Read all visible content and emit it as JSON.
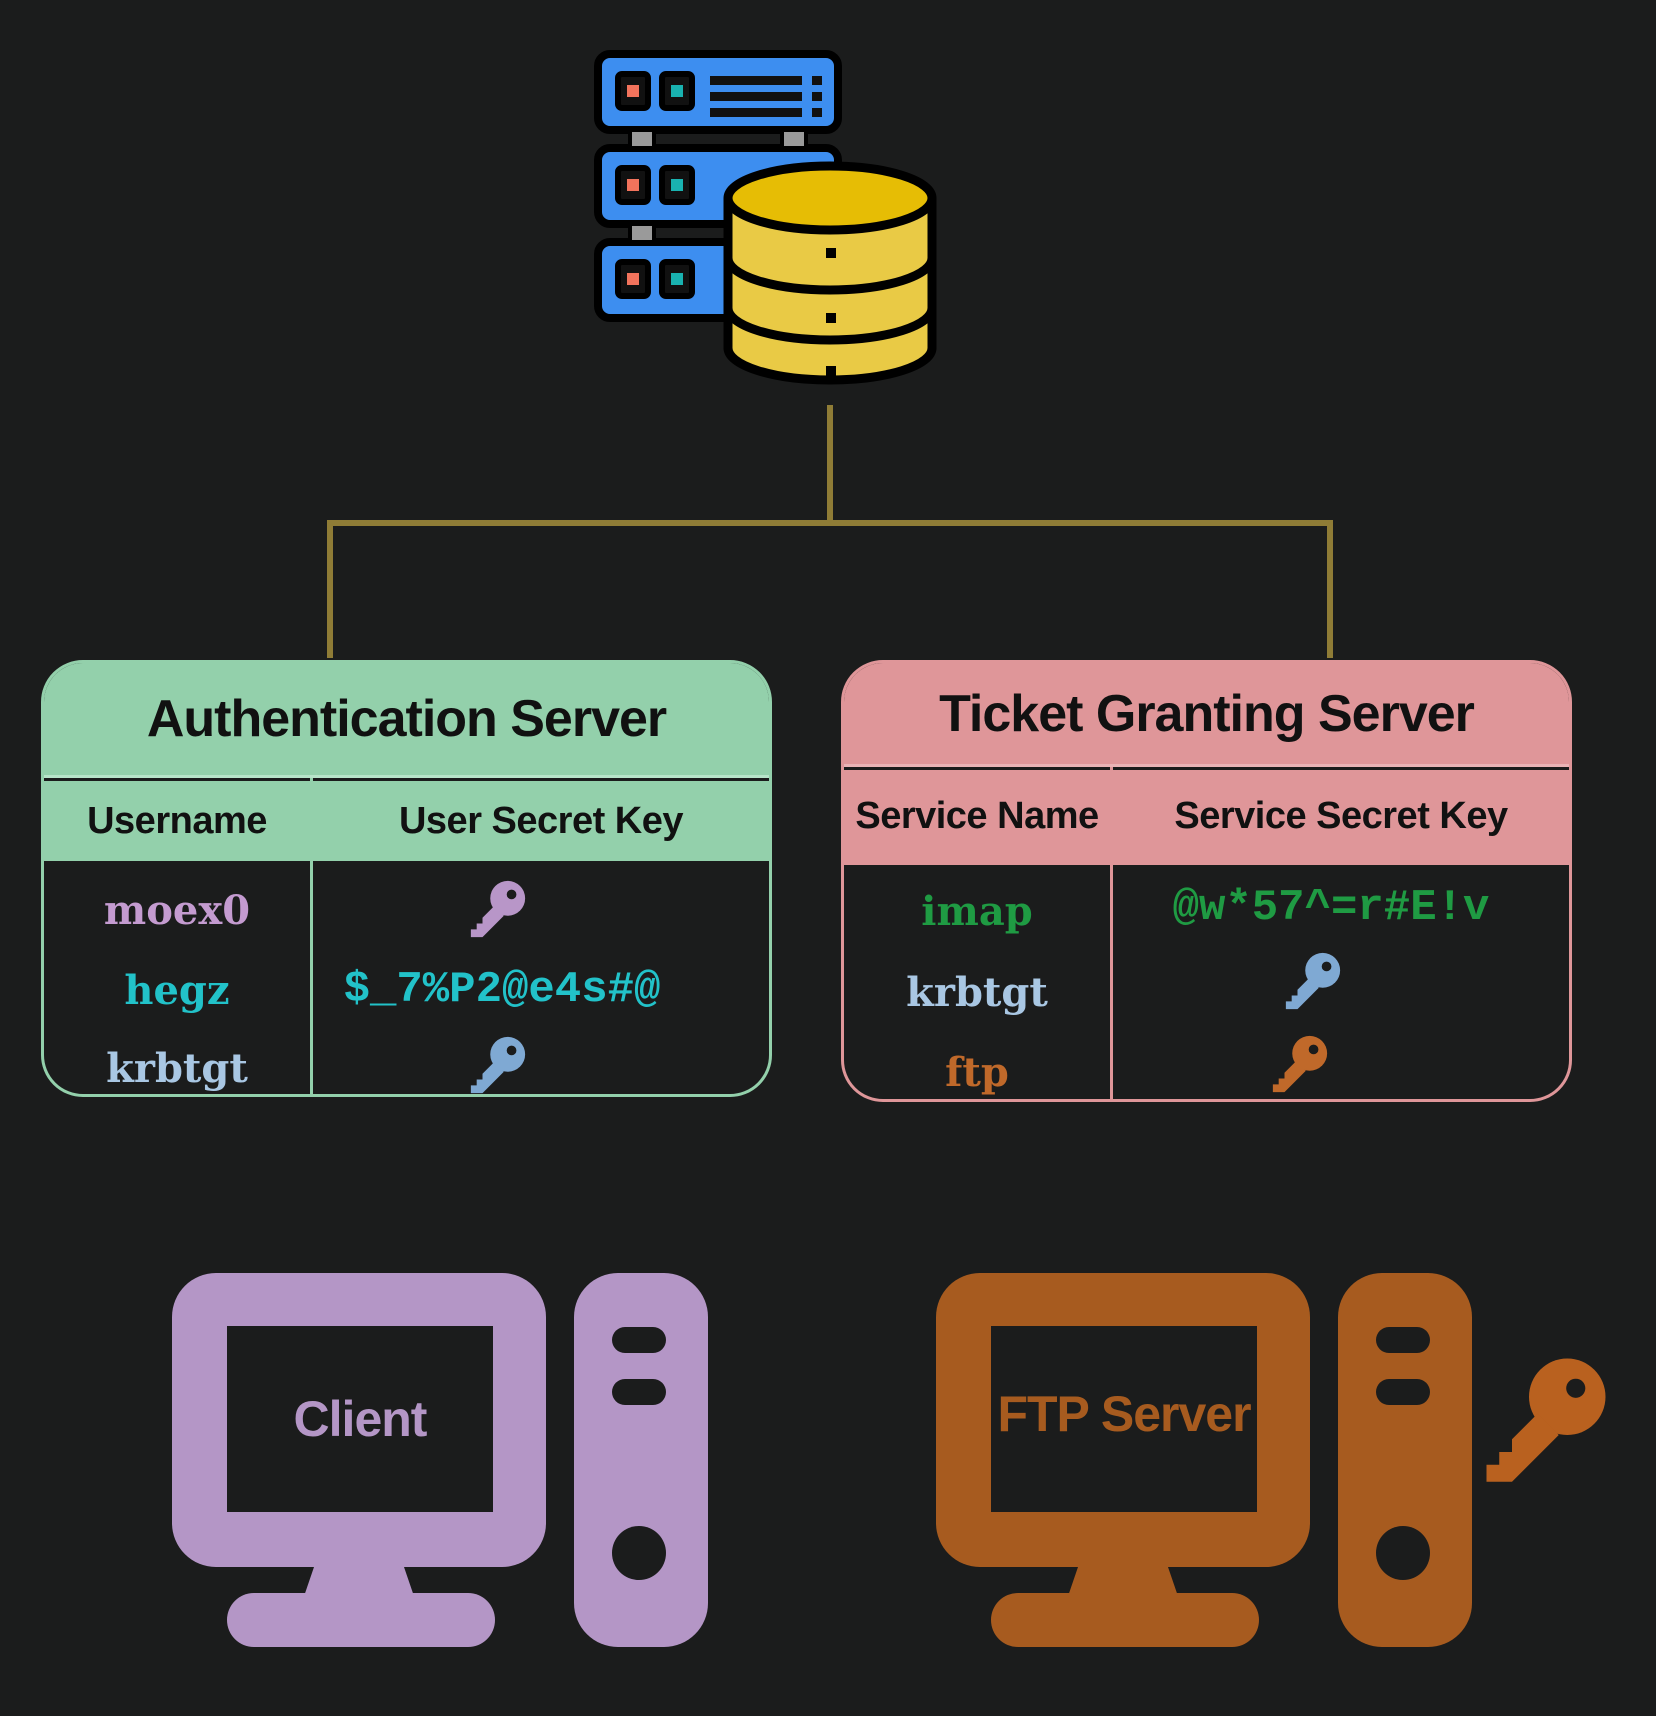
{
  "colors": {
    "background": "#1b1c1c",
    "connector": "#8f7c36",
    "auth_accent": "#93d0ab",
    "tgs_accent": "#df9699",
    "client": "#b496c6",
    "ftp": "#a75b1f",
    "ftp_key": "#b9611f"
  },
  "database": {
    "icon": "server-database-icon"
  },
  "auth_server": {
    "title": "Authentication Server",
    "columns": [
      "Username",
      "User Secret Key"
    ],
    "rows": [
      {
        "username": "moex0",
        "username_color": "#c49bd0",
        "key_type": "icon",
        "key_icon": "key-icon",
        "key_color": "#b896c8",
        "key_text": ""
      },
      {
        "username": "hegz",
        "username_color": "#22c2c9",
        "key_type": "text",
        "key_text": "$_7%P2@e4s#@",
        "key_color": "#22c2c9"
      },
      {
        "username": "krbtgt",
        "username_color": "#a9c7e3",
        "key_type": "icon",
        "key_icon": "key-icon",
        "key_color": "#7fa9d3",
        "key_text": ""
      }
    ]
  },
  "tgs": {
    "title": "Ticket Granting Server",
    "columns": [
      "Service Name",
      "Service Secret Key"
    ],
    "rows": [
      {
        "service": "imap",
        "service_color": "#1f9b43",
        "key_type": "text",
        "key_text": "@w*57^=r#E!v",
        "key_color": "#1f9b43"
      },
      {
        "service": "krbtgt",
        "service_color": "#a9c7e3",
        "key_type": "icon",
        "key_icon": "key-icon",
        "key_color": "#7fa9d3",
        "key_text": ""
      },
      {
        "service": "ftp",
        "service_color": "#c0692a",
        "key_type": "icon",
        "key_icon": "key-icon",
        "key_color": "#c0692a",
        "key_text": ""
      }
    ]
  },
  "client": {
    "label": "Client",
    "icon": "desktop-computer-icon"
  },
  "ftp_server": {
    "label": "FTP Server",
    "icon": "desktop-computer-icon",
    "key_icon": "key-icon"
  }
}
